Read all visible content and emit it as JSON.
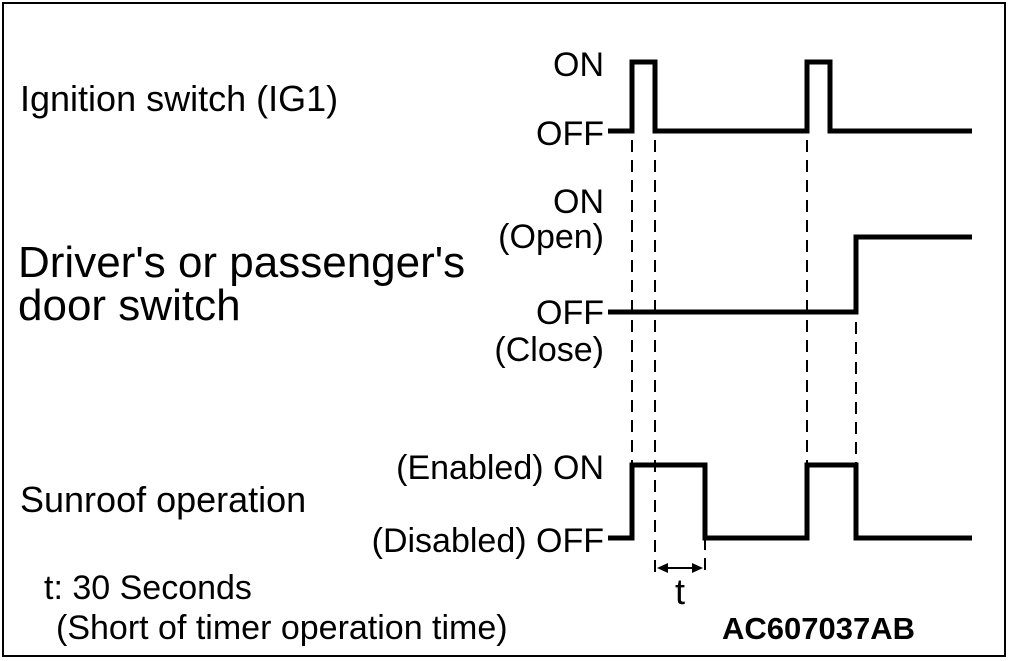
{
  "signals": {
    "ignition": {
      "label": "Ignition switch (IG1)",
      "on_label": "ON",
      "off_label": "OFF"
    },
    "door": {
      "label_line1": "Driver's or passenger's",
      "label_line2": "door switch",
      "on_label": "ON",
      "on_sub": "(Open)",
      "off_label": "OFF",
      "off_sub": "(Close)"
    },
    "sunroof": {
      "label": "Sunroof operation",
      "on_label": "(Enabled) ON",
      "off_label": "(Disabled) OFF"
    }
  },
  "timer": {
    "symbol": "t",
    "note_line1": "t: 30 Seconds",
    "note_line2": "(Short of timer operation time)"
  },
  "figure_code": "AC607037AB"
}
